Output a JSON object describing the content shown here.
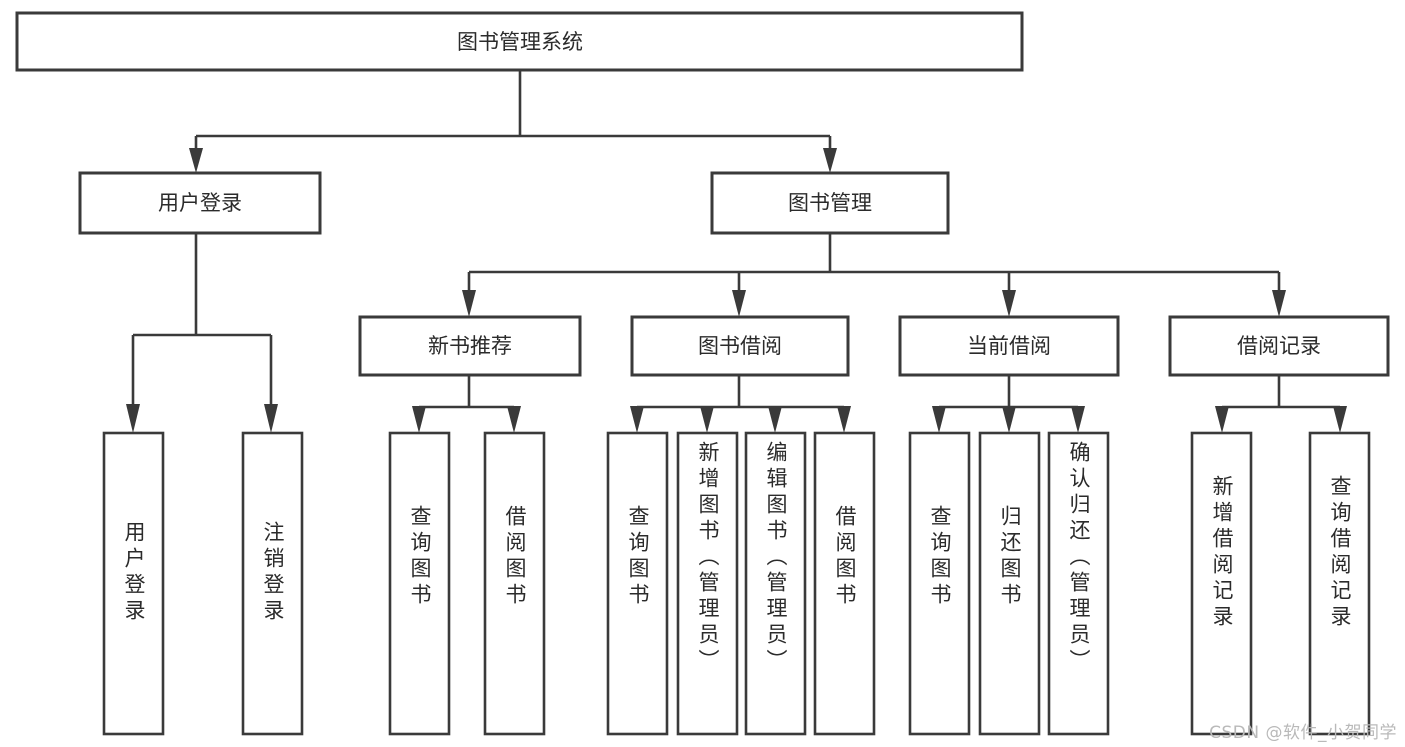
{
  "diagram": {
    "title": "图书管理系统",
    "type": "hierarchy-tree",
    "root": {
      "id": "root",
      "label": "图书管理系统"
    },
    "level2": [
      {
        "id": "user-login",
        "label": "用户登录"
      },
      {
        "id": "book-manage",
        "label": "图书管理"
      }
    ],
    "level3": [
      {
        "id": "new-book-recommend",
        "label": "新书推荐"
      },
      {
        "id": "book-borrow",
        "label": "图书借阅"
      },
      {
        "id": "current-borrow",
        "label": "当前借阅"
      },
      {
        "id": "borrow-record",
        "label": "借阅记录"
      }
    ],
    "leaves": {
      "user_login": [
        {
          "id": "leaf-user-login",
          "label": "用户登录"
        },
        {
          "id": "leaf-logout-login",
          "label": "注销登录"
        }
      ],
      "new_book_recommend": [
        {
          "id": "leaf-query-book-1",
          "label": "查询图书"
        },
        {
          "id": "leaf-borrow-book-1",
          "label": "借阅图书"
        }
      ],
      "book_borrow": [
        {
          "id": "leaf-query-book-2",
          "label": "查询图书"
        },
        {
          "id": "leaf-add-book",
          "label": "新增图书（管理员）"
        },
        {
          "id": "leaf-edit-book",
          "label": "编辑图书（管理员）"
        },
        {
          "id": "leaf-borrow-book-2",
          "label": "借阅图书"
        }
      ],
      "current_borrow": [
        {
          "id": "leaf-query-book-3",
          "label": "查询图书"
        },
        {
          "id": "leaf-return-book",
          "label": "归还图书"
        },
        {
          "id": "leaf-confirm-return",
          "label": "确认归还（管理员）"
        }
      ],
      "borrow_record": [
        {
          "id": "leaf-add-record",
          "label": "新增借阅记录"
        },
        {
          "id": "leaf-query-record",
          "label": "查询借阅记录"
        }
      ]
    },
    "colors": {
      "stroke": "#3a3a3a",
      "fill": "#ffffff",
      "text": "#2b2b2b",
      "watermark": "#b9b9b9"
    }
  },
  "watermark": {
    "text": "CSDN @软件_小贺同学"
  }
}
